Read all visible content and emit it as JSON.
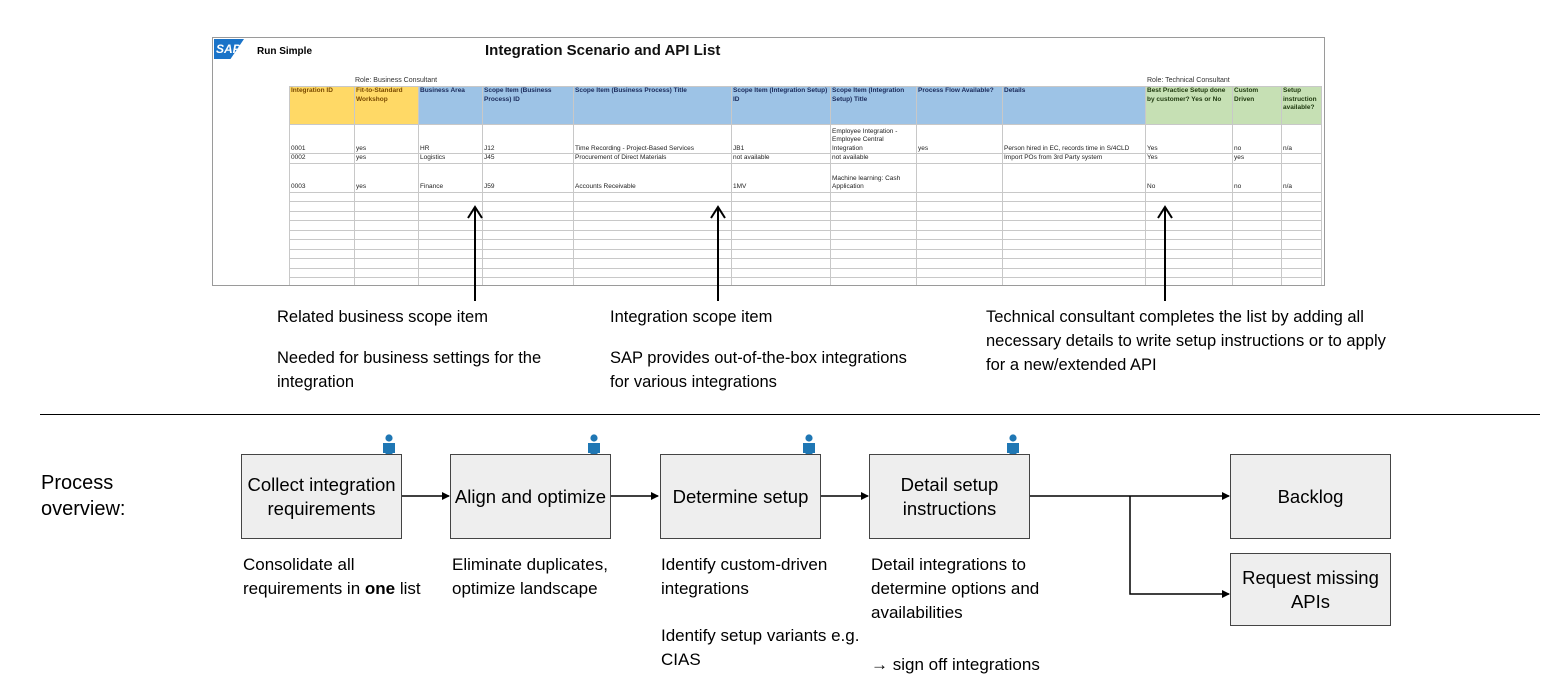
{
  "sheet": {
    "logo_text": "SAP",
    "run_simple": "Run Simple",
    "title": "Integration Scenario and API List",
    "role_business": "Role: Business Consultant",
    "role_technical": "Role: Technical Consultant",
    "headers": [
      "Integration ID",
      "Fit-to-Standard Workshop",
      "Business Area",
      "Scope Item (Business Process) ID",
      "Scope Item (Business Process) Title",
      "Scope Item (Integration Setup) ID",
      "Scope Item (Integration Setup) Title",
      "Process Flow Available?",
      "Details",
      "Best Practice Setup done by customer? Yes or No",
      "Custom Driven",
      "Setup instruction available?"
    ],
    "rows": [
      [
        "0001",
        "yes",
        "HR",
        "J12",
        "Time Recording - Project-Based Services",
        "JB1",
        "Employee Integration - Employee Central Integration",
        "yes",
        "Person hired in EC, records time in S/4CLD",
        "Yes",
        "no",
        "n/a"
      ],
      [
        "0002",
        "yes",
        "Logistics",
        "J45",
        "Procurement of Direct Materials",
        "not available",
        "not available",
        "",
        "Import POs from 3rd Party system",
        "Yes",
        "yes",
        ""
      ],
      [
        "0003",
        "yes",
        "Finance",
        "J59",
        "Accounts Receivable",
        "1MV",
        "Machine learning: Cash Application",
        "",
        "",
        "No",
        "no",
        "n/a"
      ]
    ]
  },
  "notes": {
    "business_title": "Related business scope item",
    "business_text": "Needed for business settings for the integration",
    "integration_title": "Integration scope item",
    "integration_text": "SAP provides out-of-the-box integrations for various integrations",
    "technical_text": "Technical consultant completes the list by adding all necessary details to write setup instructions or to apply for a new/extended API"
  },
  "process": {
    "label": "Process overview:",
    "steps": [
      {
        "label": "Collect integration requirements",
        "desc_pre": "Consolidate all requirements in ",
        "desc_bold": "one",
        "desc_post": " list"
      },
      {
        "label": "Align and optimize",
        "desc": "Eliminate duplicates, optimize landscape"
      },
      {
        "label": "Determine setup",
        "desc": "Identify custom-driven integrations",
        "desc2": "Identify setup variants e.g. CIAS"
      },
      {
        "label": "Detail setup instructions",
        "desc": "Detail integrations to determine options and availabilities",
        "desc2": "→ sign off integrations"
      }
    ],
    "outputs": [
      "Backlog",
      "Request missing APIs"
    ]
  },
  "colors": {
    "header_blue": "#9dc3e6",
    "header_yellow": "#ffd966",
    "header_green": "#c6e0b4",
    "person_icon": "#1f77b4",
    "box_fill": "#eeeeee"
  }
}
